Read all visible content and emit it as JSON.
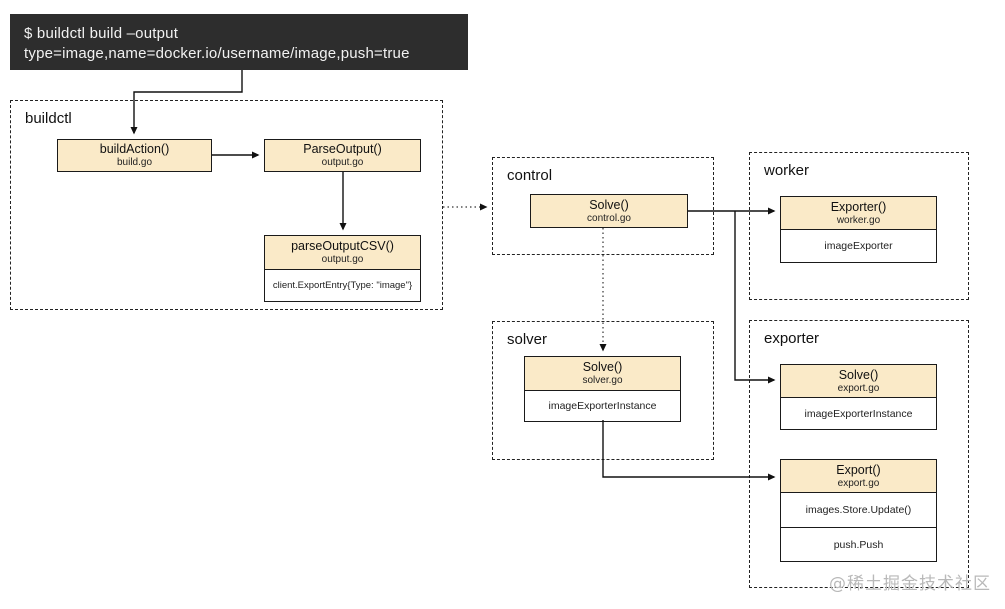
{
  "terminal": {
    "line1": "$ buildctl build –output",
    "line2": "type=image,name=docker.io/username/image,push=true"
  },
  "groups": {
    "buildctl": {
      "label": "buildctl"
    },
    "control": {
      "label": "control"
    },
    "worker": {
      "label": "worker"
    },
    "solver": {
      "label": "solver"
    },
    "exporter": {
      "label": "exporter"
    }
  },
  "nodes": {
    "buildAction": {
      "title": "buildAction()",
      "file": "build.go"
    },
    "parseOutput": {
      "title": "ParseOutput()",
      "file": "output.go"
    },
    "parseOutputCSV": {
      "title": "parseOutputCSV()",
      "file": "output.go",
      "detail": "client.ExportEntry{Type: \"image\"}"
    },
    "controlSolve": {
      "title": "Solve()",
      "file": "control.go"
    },
    "workerExporter": {
      "title": "Exporter()",
      "file": "worker.go",
      "detail": "imageExporter"
    },
    "solverSolve": {
      "title": "Solve()",
      "file": "solver.go",
      "detail": "imageExporterInstance"
    },
    "exporterSolve": {
      "title": "Solve()",
      "file": "export.go",
      "detail": "imageExporterInstance"
    },
    "exporterExport": {
      "title": "Export()",
      "file": "export.go",
      "details": [
        "images.Store.Update()",
        "push.Push"
      ]
    }
  },
  "edges": [
    {
      "from": "terminal",
      "to": "buildAction",
      "style": "solid"
    },
    {
      "from": "buildAction",
      "to": "parseOutput",
      "style": "solid"
    },
    {
      "from": "parseOutput",
      "to": "parseOutputCSV",
      "style": "solid"
    },
    {
      "from": "buildctl",
      "to": "control",
      "style": "dotted"
    },
    {
      "from": "controlSolve",
      "to": "workerExporter",
      "style": "solid"
    },
    {
      "from": "controlSolve",
      "to": "exporterSolve",
      "style": "solid"
    },
    {
      "from": "controlSolve",
      "to": "solverSolve",
      "style": "dotted"
    },
    {
      "from": "solverSolve",
      "to": "exporterExport",
      "style": "solid"
    }
  ],
  "watermark": "@稀土掘金技术社区",
  "colors": {
    "node-fill": "#FAEAC8",
    "node-border": "#1a1a1a",
    "dash-border": "#222222",
    "terminal-bg": "#2d2d2d",
    "terminal-text": "#f2f2f2",
    "line-color": "#111111",
    "watermark": "#b9b9b9"
  }
}
